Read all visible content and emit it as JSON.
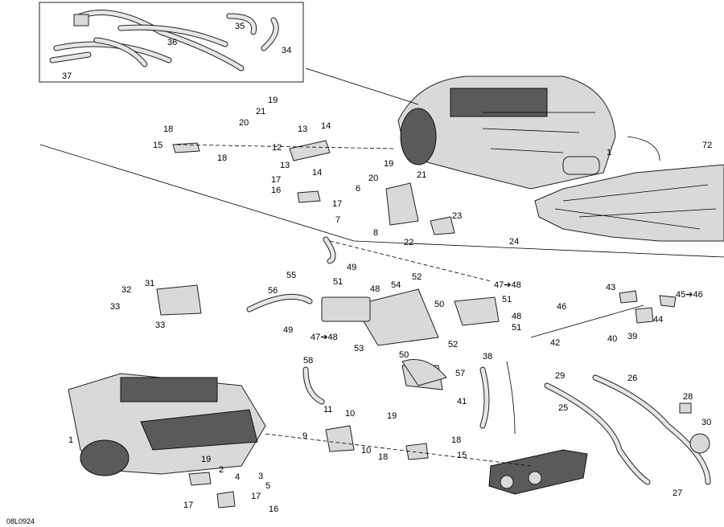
{
  "diagram": {
    "drawing_code": "08L0924",
    "callouts": [
      "1",
      "2",
      "3",
      "4",
      "5",
      "6",
      "7",
      "8",
      "9",
      "10",
      "11",
      "12",
      "13",
      "14",
      "15",
      "16",
      "17",
      "18",
      "19",
      "20",
      "21",
      "22",
      "23",
      "24",
      "25",
      "26",
      "27",
      "28",
      "29",
      "30",
      "31",
      "32",
      "33",
      "34",
      "35",
      "36",
      "37",
      "38",
      "39",
      "40",
      "41",
      "42",
      "43",
      "44",
      "45",
      "46",
      "47",
      "48",
      "49",
      "50",
      "51",
      "52",
      "53",
      "54",
      "55",
      "56",
      "57",
      "58",
      "72"
    ],
    "arrow_labels": [
      "47",
      "48",
      "45",
      "46"
    ],
    "arrow_glyph": "➔",
    "colors": {
      "line": "#000000",
      "part_fill": "#d9d9d9",
      "part_dark": "#5a5a5a",
      "background": "#ffffff"
    }
  }
}
